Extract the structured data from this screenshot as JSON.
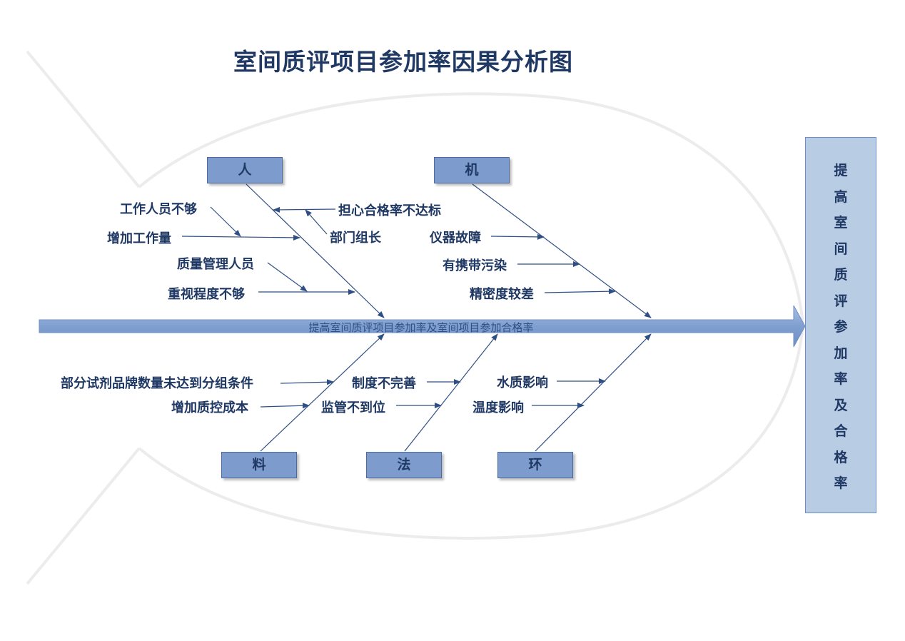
{
  "title": "室间质评项目参加率因果分析图",
  "spine_text": "提高室间质评项目参加率及室间项目参加合格率",
  "head_text": "提高室间质评参加率及合格率",
  "categories": {
    "ren": "人",
    "ji": "机",
    "liao": "料",
    "fa": "法",
    "huan": "环"
  },
  "causes": {
    "ren": {
      "staff_shortage": "工作人员不够",
      "workload": "增加工作量",
      "qm_staff": "质量管理人员",
      "not_valued": "重视程度不够",
      "pass_rate_worry": "担心合格率不达标",
      "dept_head": "部门组长"
    },
    "ji": {
      "instrument_fault": "仪器故障",
      "carryover": "有携带污染",
      "precision": "精密度较差"
    },
    "liao": {
      "reagent_brands": "部分试剂品牌数量未达到分组条件",
      "qc_cost": "增加质控成本"
    },
    "fa": {
      "system": "制度不完善",
      "supervision": "监管不到位"
    },
    "huan": {
      "water": "水质影响",
      "temperature": "温度影响"
    }
  },
  "colors": {
    "title": "#1f3864",
    "category_fill": "#7d9ccd",
    "head_fill": "#b8cce4",
    "spine": "#7f9fd0",
    "bone": "#2f4f84"
  }
}
